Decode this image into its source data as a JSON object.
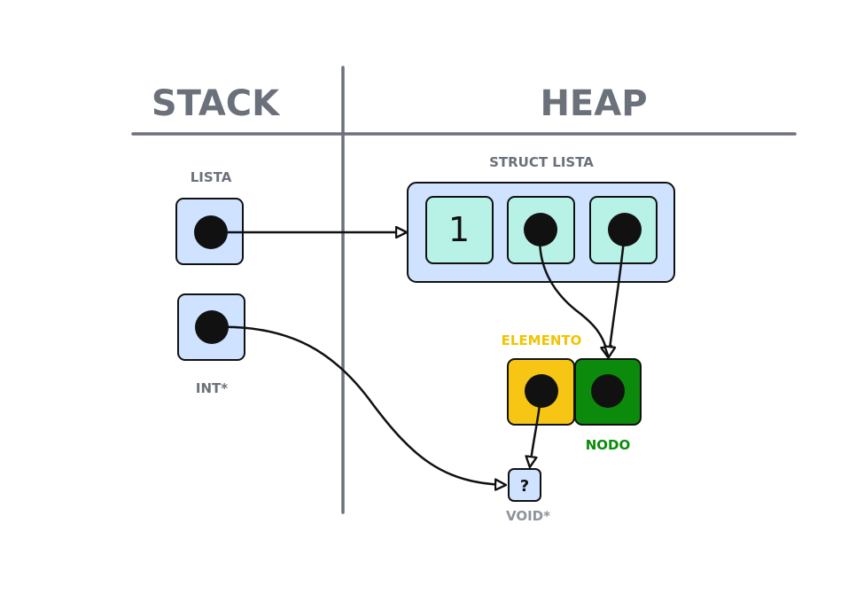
{
  "headers": {
    "stack": "STACK",
    "heap": "HEAP"
  },
  "labels": {
    "lista": "LISTA",
    "int_ptr": "INT*",
    "struct_lista": "STRUCT LISTA",
    "elemento": "ELEMENTO",
    "nodo": "NODO",
    "void_ptr": "VOID*"
  },
  "struct_cells": {
    "first_value": "1"
  },
  "void_cell": {
    "value": "?"
  },
  "colors": {
    "divider": "#6b717a",
    "box_fill": "#cfe2ff",
    "cell_fill": "#b8f2e6",
    "elemento": "#f7c614",
    "elemento_label": "#f2c300",
    "nodo": "#0b8a0b",
    "nodo_label": "#0b8a0b",
    "void_label": "#8d949c",
    "ink": "#111111"
  },
  "icons": {
    "pointer_dot": "filled-circle",
    "arrow_head": "hollow-triangle-arrow"
  }
}
